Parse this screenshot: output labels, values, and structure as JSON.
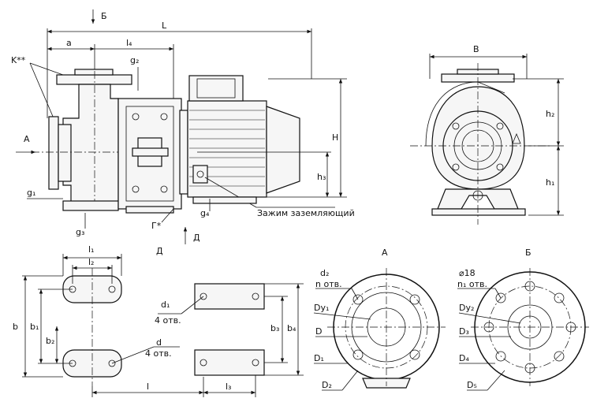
{
  "pump_side": {
    "arrow_b": "Б",
    "L": "L",
    "a": "a",
    "l4": "l₄",
    "g2": "g₂",
    "k": "K**",
    "A": "A",
    "H": "H",
    "h3": "h₃",
    "g1": "g₁",
    "g3": "g₃",
    "g4": "g₄",
    "G": "Г*",
    "arrow_d": "Д",
    "ground": "Зажим заземляющий"
  },
  "pump_front": {
    "B": "B",
    "h2": "h₂",
    "h1": "h₁"
  },
  "view_d": {
    "title": "Д",
    "l1": "l₁",
    "l2": "l₂",
    "b": "b",
    "b1": "b₁",
    "b2": "b₂",
    "d": "d",
    "holes_d": "4 отв.",
    "d1": "d₁",
    "holes_d1": "4 отв.",
    "l": "l",
    "l3": "l₃",
    "b3": "b₃",
    "b4": "b₄"
  },
  "view_a": {
    "title": "A",
    "d2": "d₂",
    "n": "n отв.",
    "Dy1": "Dу₁",
    "D": "D",
    "D1": "D₁",
    "D2": "D₂"
  },
  "view_b": {
    "title": "Б",
    "dia": "⌀18",
    "n1": "n₁ отв.",
    "Dy2": "Dу₂",
    "D3": "D₃",
    "D4": "D₄",
    "D5": "D₅"
  }
}
